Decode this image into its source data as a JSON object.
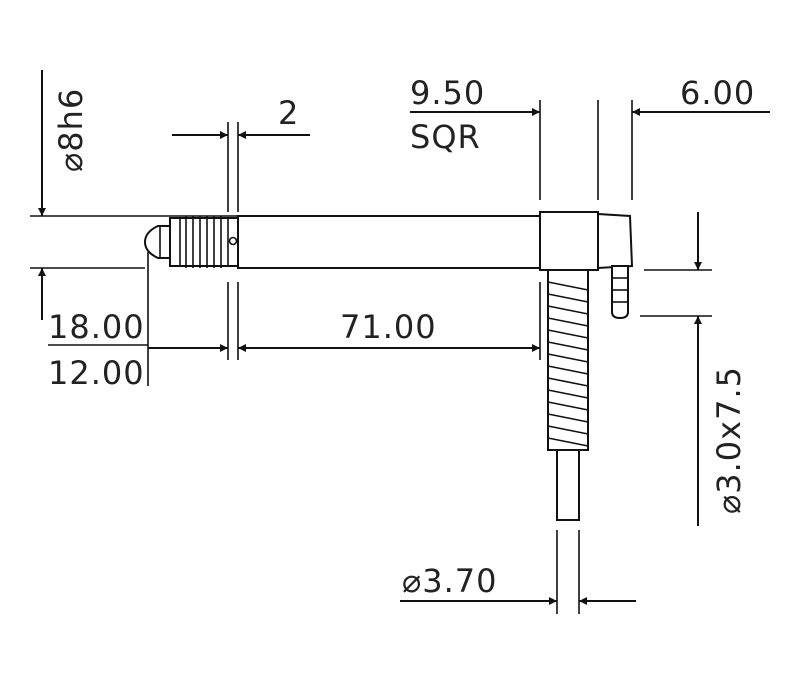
{
  "drawing": {
    "labels": {
      "shaft_diameter": "8h6",
      "shoulder_width": "2",
      "head_size_value": "9.50",
      "head_size_type": "SQR",
      "head_offset": "6.00",
      "probe_length_a": "18.00",
      "probe_length_b": "12.00",
      "shaft_length": "71.00",
      "cable_diameter": "3.70",
      "fitting_size": "3.0x7.5"
    },
    "symbols": {
      "diameter": "⌀"
    }
  }
}
